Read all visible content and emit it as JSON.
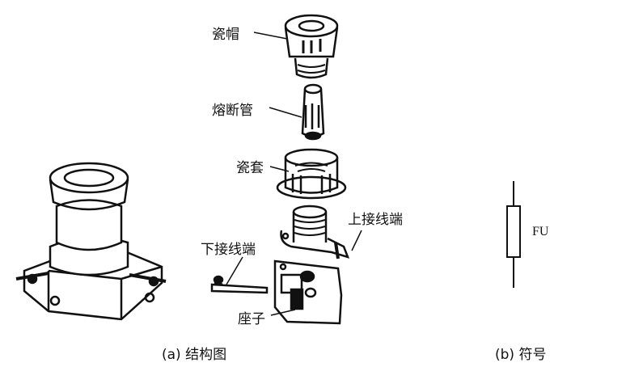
{
  "labels": {
    "porcelain_cap": "瓷帽",
    "fuse_tube": "熔断管",
    "porcelain_sleeve": "瓷套",
    "upper_terminal": "上接线端",
    "lower_terminal": "下接线端",
    "base": "座子"
  },
  "captions": {
    "structure": "(a) 结构图",
    "symbol": "(b) 符号"
  },
  "symbol_label": "FU"
}
